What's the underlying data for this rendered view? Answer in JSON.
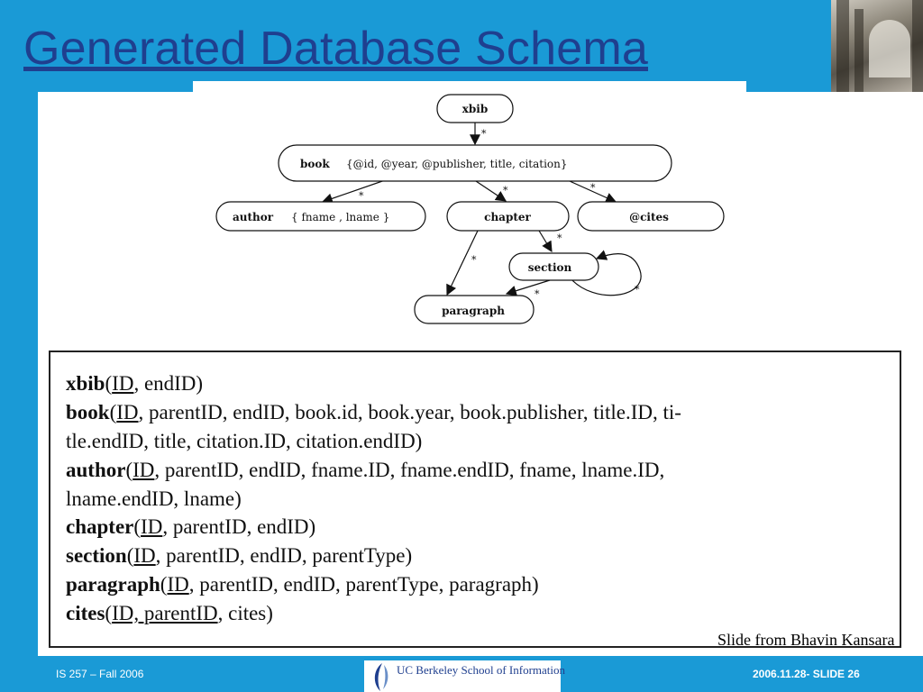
{
  "slide": {
    "title": "Generated Database Schema",
    "credit": "Slide from Bhavin Kansara"
  },
  "footer": {
    "left": "IS 257 – Fall 2006",
    "right": "2006.11.28- SLIDE 26",
    "logo_text": "UC Berkeley School of Information"
  },
  "diagram": {
    "nodes": {
      "xbib": "xbib",
      "book_name": "book",
      "book_attrs": "{@id, @year, @publisher, title, citation}",
      "author_name": "author",
      "author_attrs": "{ fname , lname }",
      "chapter": "chapter",
      "cites": "@cites",
      "section": "section",
      "paragraph": "paragraph"
    },
    "edge_label": "*"
  },
  "schema": {
    "xbib": {
      "name": "xbib",
      "key": "ID",
      "rest": ", endID)"
    },
    "book": {
      "name": "book",
      "key": "ID",
      "rest1": ",  parentID,  endID,  book.id,  book.year,  book.publisher,  title.ID,  ti-",
      "rest2": "tle.endID, title, citation.ID, citation.endID)"
    },
    "author": {
      "name": "author",
      "key": "ID",
      "rest1": ",   parentID,   endID,   fname.ID,   fname.endID,   fname,   lname.ID,",
      "rest2": "lname.endID, lname)"
    },
    "chapter": {
      "name": "chapter",
      "key": "ID",
      "rest": ", parentID, endID)"
    },
    "section": {
      "name": "section",
      "key": "ID",
      "rest": ", parentID, endID, parentType)"
    },
    "paragraph": {
      "name": "paragraph",
      "key": "ID",
      "rest": ", parentID, endID, parentType, paragraph)"
    },
    "cites": {
      "name": "cites",
      "key": "ID, parentID",
      "rest": ", cites)"
    }
  }
}
